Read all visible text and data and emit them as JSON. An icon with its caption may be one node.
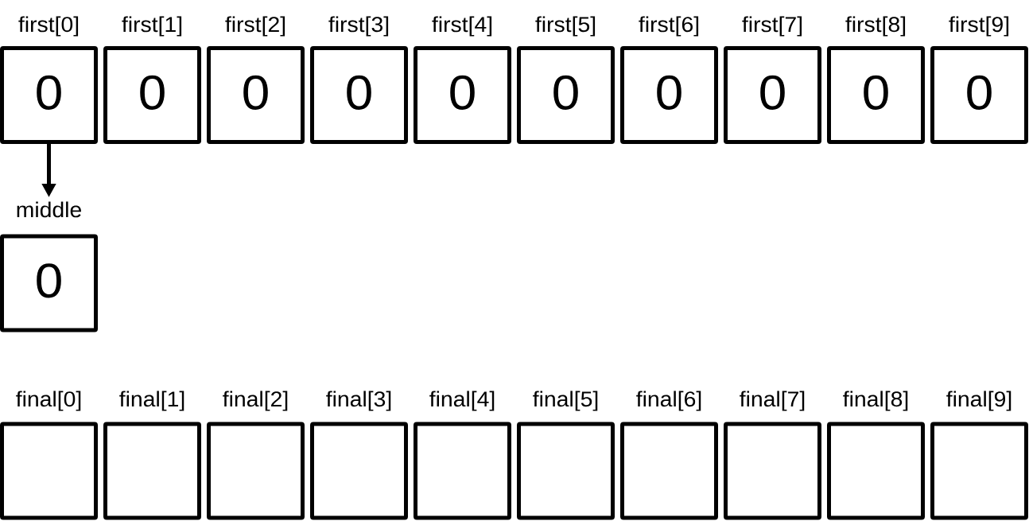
{
  "diagram": {
    "nodes": [
      {
        "text": [
          "first[0]",
          "0"
        ]
      },
      {
        "text": [
          "first[1]",
          "0"
        ]
      },
      {
        "text": [
          "first[2]",
          "0"
        ]
      },
      {
        "text": [
          "first[3]",
          "0"
        ]
      },
      {
        "text": [
          "first[4]",
          "0"
        ]
      },
      {
        "text": [
          "first[5]",
          "0"
        ]
      },
      {
        "text": [
          "first[6]",
          "0"
        ]
      },
      {
        "text": [
          "first[7]",
          "0"
        ]
      },
      {
        "text": [
          "first[8]",
          "0"
        ]
      },
      {
        "text": [
          "first[9]",
          "0"
        ]
      },
      {
        "text": [
          "middle",
          "0"
        ]
      },
      {
        "text": [
          "final[0]"
        ]
      },
      {
        "text": [
          "final[1]"
        ]
      },
      {
        "text": [
          "final[2]"
        ]
      },
      {
        "text": [
          "final[3]"
        ]
      },
      {
        "text": [
          "final[4]"
        ]
      },
      {
        "text": [
          "final[5]"
        ]
      },
      {
        "text": [
          "final[6]"
        ]
      },
      {
        "text": [
          "final[7]"
        ]
      },
      {
        "text": [
          "final[8]"
        ]
      },
      {
        "text": [
          "final[9]"
        ]
      }
    ],
    "edges": [
      {
        "from": 0,
        "to": 10,
        "arrow": "to"
      }
    ]
  }
}
